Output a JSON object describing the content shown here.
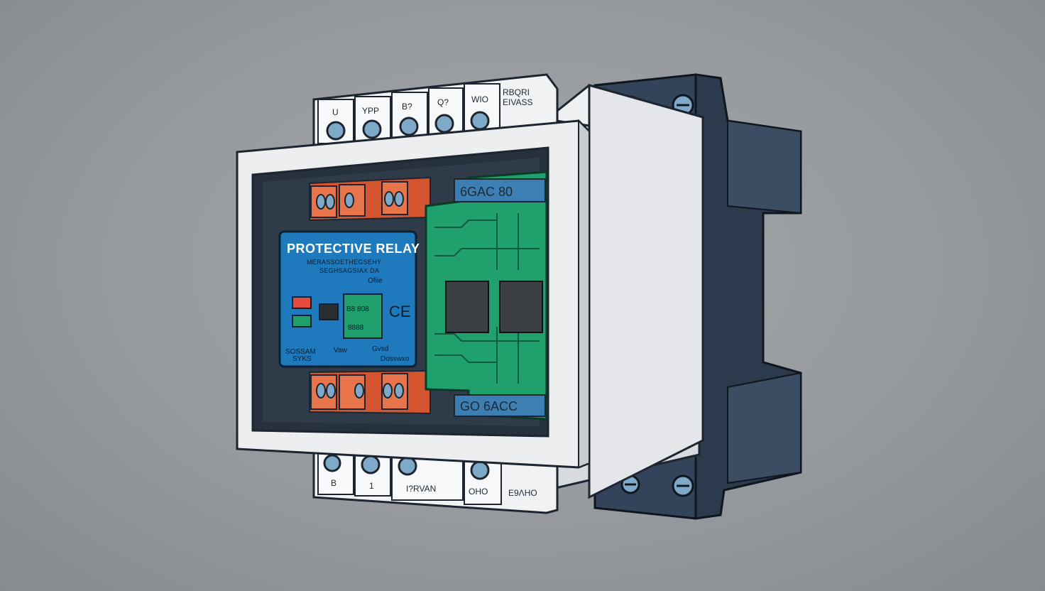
{
  "device": {
    "nameplate": {
      "title": "PROTECTIVE RELAY",
      "line1": "MERASSOETHEGSEHY",
      "line2": "SEGHSAGSIAX DA",
      "status_label": "Ofiie",
      "bottom_left_1": "SOSSAM",
      "bottom_left_2": "SYKS",
      "bottom_mid": "Vaw",
      "bottom_right_1": "Gvsd",
      "bottom_right_2": "Dosswxo",
      "cert_mark": "CE",
      "display_top": "B8 808",
      "display_bottom": "8888"
    },
    "top_terminal_labels": [
      "U",
      "YPP",
      "B?",
      "Q?",
      "WIO",
      "RBQRI",
      "EIVASS"
    ],
    "bottom_terminal_labels": [
      "B",
      "1",
      "I?RVAN",
      "OHO",
      "E9ΛHO"
    ],
    "pcb_connector_top": "6GAC 80",
    "pcb_connector_bottom": "GO 6ACC",
    "colors": {
      "housing": "#e6e8eb",
      "housing_edge": "#1d2630",
      "din_clip": "#2b3a4c",
      "pcb": "#1fa06c",
      "relay_block": "#d4552f",
      "nameplate": "#1f79bd",
      "terminal_blue": "#3d7fb2"
    }
  }
}
